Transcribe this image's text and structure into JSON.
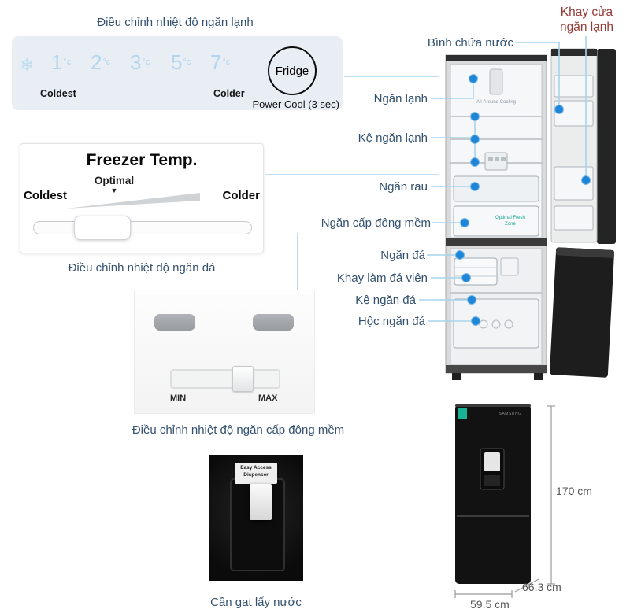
{
  "titles": {
    "fridge_panel": "Điều chỉnh nhiệt độ ngăn lạnh",
    "freezer_caption": "Điều chỉnh nhiệt độ ngăn đá",
    "soft_caption": "Điều chỉnh nhiệt độ ngăn cấp đông mềm",
    "dispenser_caption": "Cần gạt lấy nước"
  },
  "fridge_panel": {
    "temps": [
      "1",
      "2",
      "3",
      "5",
      "7"
    ],
    "deg": "°c",
    "coldest": "Coldest",
    "colder": "Colder",
    "button": "Fridge",
    "power_cool": "Power Cool (3 sec)",
    "snow_icon": "❄"
  },
  "freezer_panel": {
    "title": "Freezer Temp.",
    "optimal": "Optimal",
    "arrow": "▼",
    "coldest": "Coldest",
    "colder": "Colder"
  },
  "soft_panel": {
    "min": "MIN",
    "max": "MAX"
  },
  "dispenser": {
    "label1": "Easy Access",
    "label2": "Dispenser"
  },
  "fridge_labels": {
    "all_around": "All-Around Cooling",
    "optimal_fresh1": "Optimal Fresh",
    "optimal_fresh2": "Zone",
    "brand": "SAMSUNG"
  },
  "callouts": {
    "door_tray": "Khay cửa ngăn lạnh",
    "water_tank": "Bình chứa nước",
    "fridge_compartment": "Ngăn lạnh",
    "fridge_shelf": "Kệ ngăn lạnh",
    "veg_drawer": "Ngăn rau",
    "soft_freeze": "Ngăn cấp đông mềm",
    "freezer": "Ngăn đá",
    "ice_tray": "Khay làm đá viên",
    "freezer_shelf": "Kệ ngăn đá",
    "freezer_drawer": "Hộc ngăn đá"
  },
  "dimensions": {
    "height": "170 cm",
    "depth": "66.3 cm",
    "width": "59.5 cm"
  },
  "colors": {
    "label_navy": "#33516F",
    "accent_red": "#963A34",
    "callout_line": "#A9D3EE",
    "dot_blue": "#1D86D8",
    "temp_blue": "#B2D6F0",
    "panel_bg": "#E9EEF4",
    "teal_badge": "#18B295"
  }
}
